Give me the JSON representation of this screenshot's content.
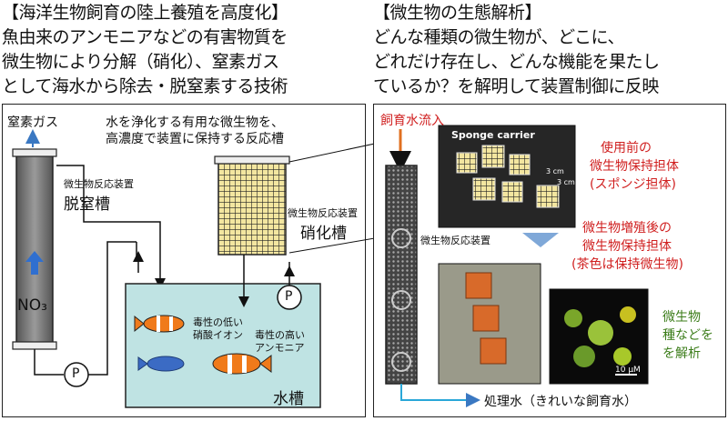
{
  "left_header": {
    "line1": "【海洋生物飼育の陸上養殖を高度化】",
    "line2": "魚由来のアンモニアなどの有害物質を",
    "line3": "微生物により分解（硝化）、窒素ガス",
    "line4": "として海水から除去・脱窒素する技術"
  },
  "right_header": {
    "line1": "【微生物の生態解析】",
    "line2": "どんな種類の微生物が、どこに、",
    "line3": "どれだけ存在し、どんな機能を果たし",
    "line4": "ているか？を解明して装置制御に反映"
  },
  "left_diagram": {
    "nitrogen_gas": "窒素ガス",
    "callout_line1": "水を浄化する有用な微生物を、",
    "callout_line2": "高濃度で装置に保持する反応槽",
    "denit_small": "微生物反応装置",
    "denit_label": "脱窒槽",
    "nitr_small": "微生物反応装置",
    "nitr_label": "硝化槽",
    "no3_label": "NO₃",
    "pump_symbol": "P",
    "nitrate_line1": "毒性の低い",
    "nitrate_line2": "硝酸イオン",
    "ammonia_line1": "毒性の高い",
    "ammonia_line2": "アンモニア",
    "tank_label": "水槽"
  },
  "right_diagram": {
    "inflow_label": "飼育水流入",
    "reactor_label": "微生物反応装置",
    "photo_caption": "Sponge carrier",
    "scale_3cm_a": "3 cm",
    "scale_3cm_b": "3 cm",
    "before_line1": "使用前の",
    "before_line2": "微生物保持担体",
    "before_line3": "(スポンジ担体)",
    "after_line1": "微生物増殖後の",
    "after_line2": "微生物保持担体",
    "after_line3": "(茶色は保持微生物)",
    "analysis_line1": "微生物",
    "analysis_line2": "種などを",
    "analysis_line3": "を解析",
    "scale_um": "10 μM",
    "outflow_label": "処理水（きれいな飼育水）"
  },
  "colors": {
    "red_text": "#d02020",
    "green_text": "#3c7d1a",
    "water": "#bfe3e3",
    "blue_arrow": "#3a78c2",
    "column": "#6e6e6e"
  }
}
